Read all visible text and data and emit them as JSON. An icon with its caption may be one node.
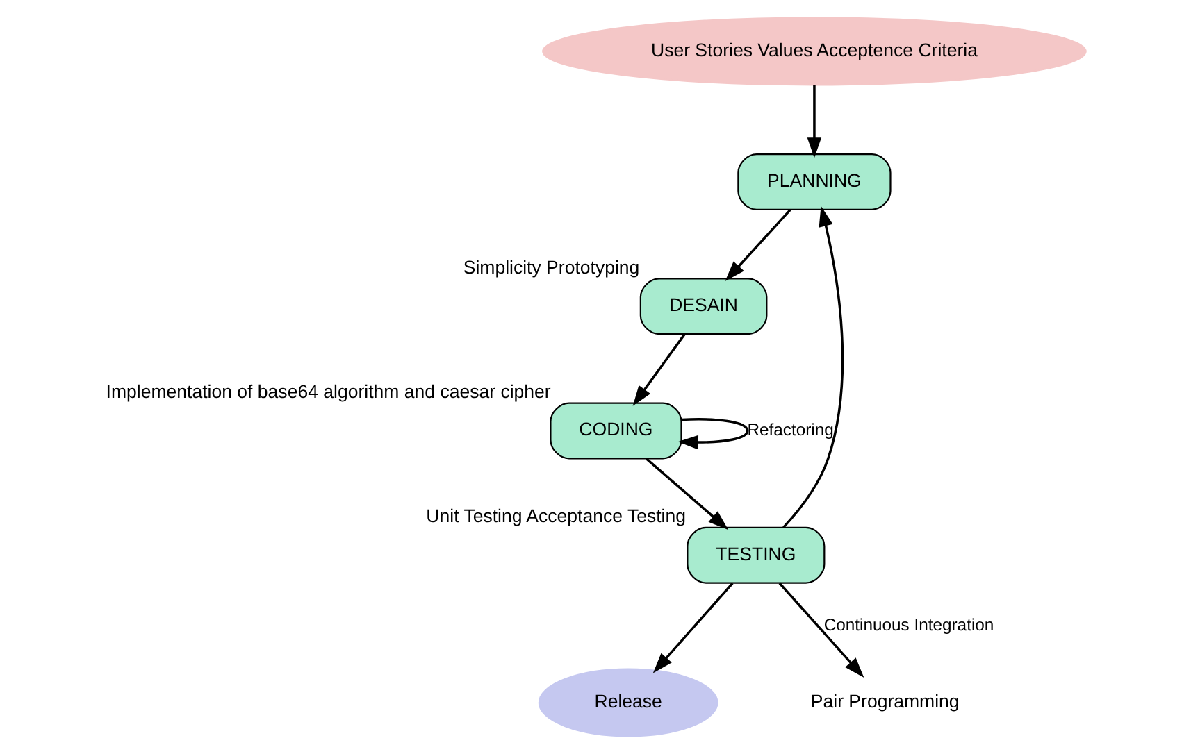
{
  "diagram": {
    "nodes": [
      {
        "text": [
          "User Stories Values Acceptence Criteria"
        ]
      },
      {
        "text": [
          "DESAIN"
        ],
        "beside": [
          "Simplicity Prototyping"
        ]
      },
      {
        "text": [
          "CODING"
        ],
        "beside": [
          "Implementation of base64 algorithm and caesar cipher"
        ]
      },
      {
        "text": [
          "PLANNING"
        ]
      },
      {
        "text": [
          "TESTING"
        ],
        "beside": [
          "Unit Testing Acceptance Testing"
        ]
      },
      {
        "text": [
          "Release"
        ]
      },
      {
        "text": [
          "Pair Programming"
        ]
      }
    ],
    "edges": [
      {
        "from": 0,
        "to": 3,
        "arrow": "to"
      },
      {
        "from": 3,
        "to": 1,
        "arrow": "to"
      },
      {
        "from": 1,
        "to": 2,
        "arrow": "to"
      },
      {
        "from": 2,
        "to": 2,
        "arrow": "to",
        "label": "Refactoring"
      },
      {
        "from": 2,
        "to": 4,
        "arrow": "to"
      },
      {
        "from": 4,
        "to": 3,
        "arrow": "to"
      },
      {
        "from": 4,
        "to": 5,
        "arrow": "to"
      },
      {
        "from": 4,
        "to": 6,
        "arrow": "to",
        "label": "Continuous Integration"
      }
    ]
  }
}
